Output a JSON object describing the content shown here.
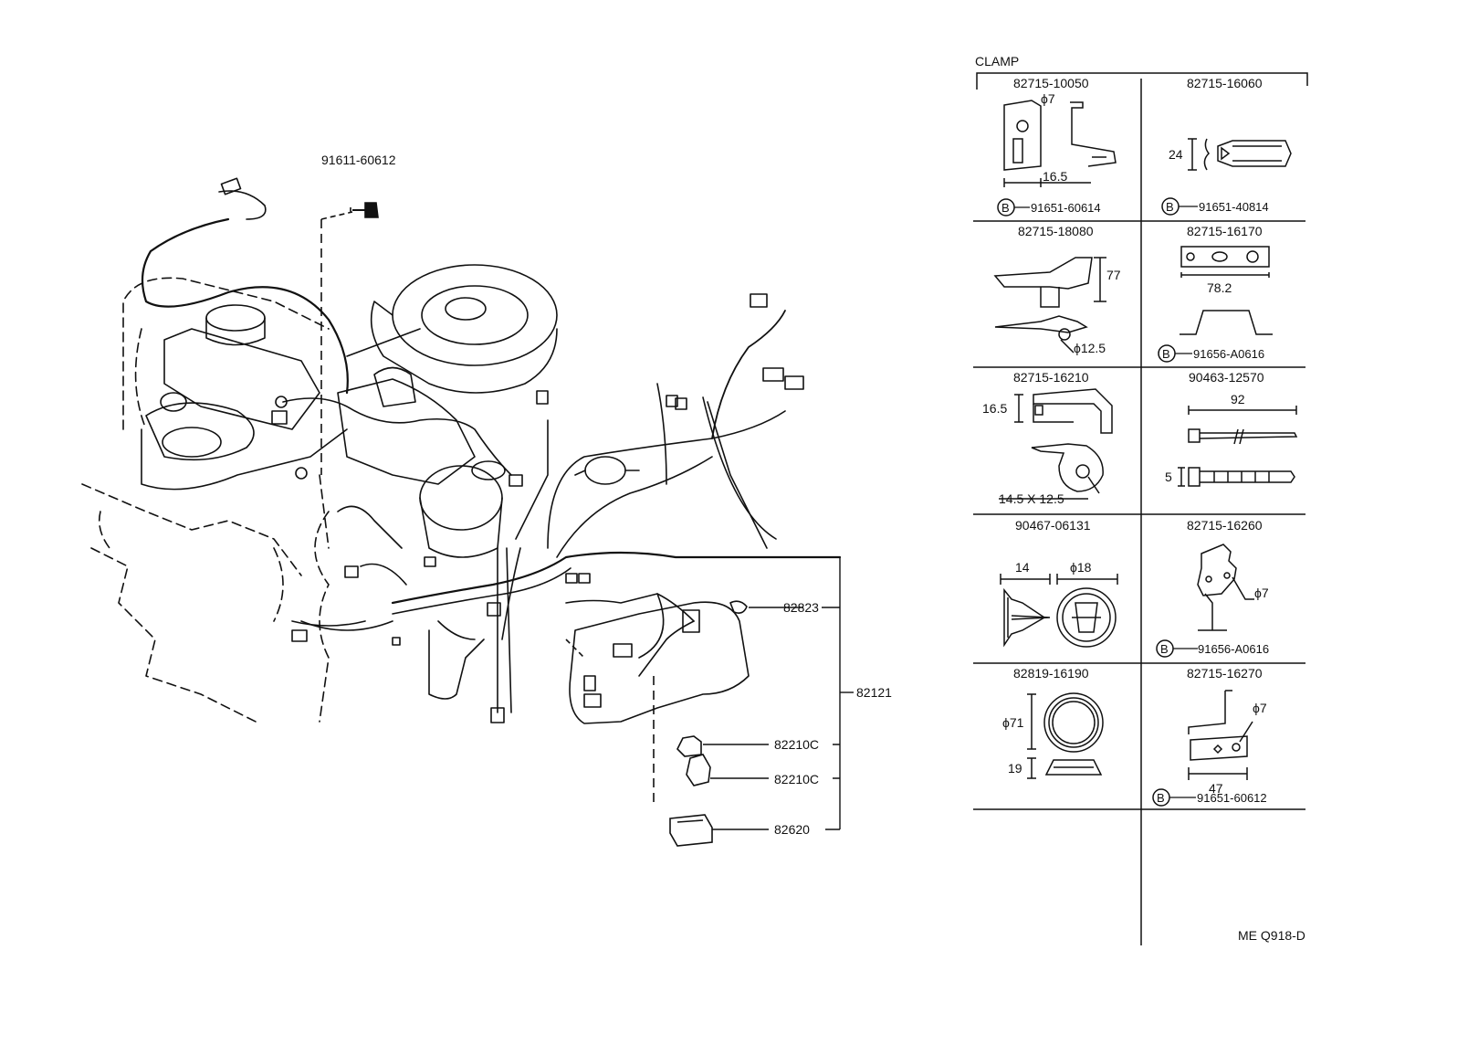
{
  "drawing": {
    "bolt_part": "91611-60612",
    "callouts": {
      "p82823": "82823",
      "p82121": "82121",
      "p82210c_a": "82210C",
      "p82210c_b": "82210C",
      "p82620": "82620"
    }
  },
  "clamp_table": {
    "title": "CLAMP",
    "bolt_symbol": "B",
    "cells": [
      {
        "part": "82715-10050",
        "dims": [
          "ϕ7",
          "16.5"
        ],
        "bolt": "91651-60614"
      },
      {
        "part": "82715-16060",
        "dims": [
          "24"
        ],
        "bolt": "91651-40814"
      },
      {
        "part": "82715-18080",
        "dims": [
          "77",
          "ϕ12.5"
        ],
        "bolt": ""
      },
      {
        "part": "82715-16170",
        "dims": [
          "78.2"
        ],
        "bolt": "91656-A0616"
      },
      {
        "part": "82715-16210",
        "dims": [
          "16.5",
          "14.5 X 12.5"
        ],
        "bolt": ""
      },
      {
        "part": "90463-12570",
        "dims": [
          "92",
          "5"
        ],
        "bolt": ""
      },
      {
        "part": "90467-06131",
        "dims": [
          "14",
          "ϕ18"
        ],
        "bolt": ""
      },
      {
        "part": "82715-16260",
        "dims": [
          "ϕ7"
        ],
        "bolt": "91656-A0616"
      },
      {
        "part": "82819-16190",
        "dims": [
          "ϕ71",
          "19"
        ],
        "bolt": ""
      },
      {
        "part": "82715-16270",
        "dims": [
          "ϕ7",
          "47"
        ],
        "bolt": "91651-60612"
      }
    ]
  },
  "figure_code": "ME Q918-D"
}
